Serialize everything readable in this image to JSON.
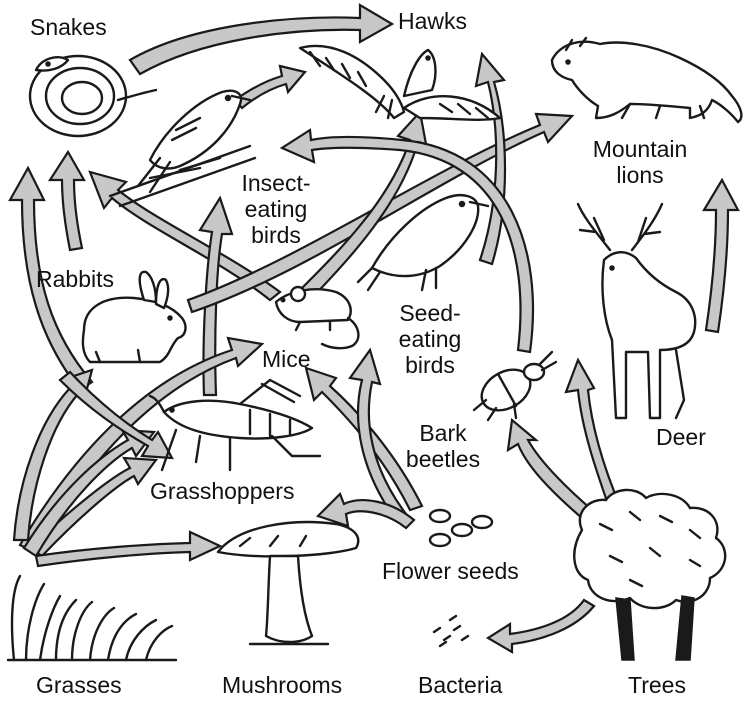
{
  "organisms": {
    "snakes": "Snakes",
    "hawks": "Hawks",
    "mountain_lions": [
      "Mountain",
      "lions"
    ],
    "insect_eating_birds": [
      "Insect-",
      "eating",
      "birds"
    ],
    "rabbits": "Rabbits",
    "mice": "Mice",
    "seed_eating_birds": [
      "Seed-",
      "eating",
      "birds"
    ],
    "deer": "Deer",
    "bark_beetles": [
      "Bark",
      "beetles"
    ],
    "grasshoppers": "Grasshoppers",
    "flower_seeds": "Flower seeds",
    "grasses": "Grasses",
    "mushrooms": "Mushrooms",
    "bacteria": "Bacteria",
    "trees": "Trees"
  },
  "colors": {
    "arrow_fill": "#c8c8c8",
    "ink": "#1a1a1a",
    "background": "#ffffff"
  }
}
